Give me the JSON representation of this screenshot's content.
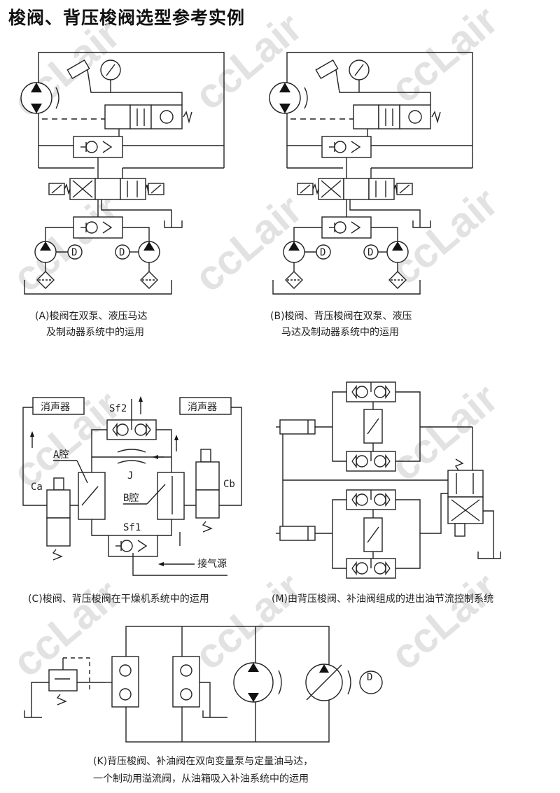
{
  "title": "梭阀、背压梭阀选型参考实例",
  "watermark": "ccLair",
  "diagram_a": {
    "caption": [
      "(A)梭阀在双泵、液压马达",
      "及制动器系统中的运用"
    ],
    "motor_label": "D"
  },
  "diagram_b": {
    "caption": [
      "(B)梭阀、背压梭阀在双泵、液压",
      "马达及制动器系统中的运用"
    ],
    "motor_label": "D"
  },
  "diagram_c": {
    "caption": "(C)梭阀、背压梭阀在干燥机系统中的运用",
    "muffler": "消声器",
    "sf2": "Sf2",
    "sf1": "Sf1",
    "a_chamber": "A腔",
    "b_chamber": "B腔",
    "j": "J",
    "ca": "Ca",
    "cb": "Cb",
    "air_source": "接气源"
  },
  "diagram_m": {
    "caption": "(M)由背压梭阀、补油阀组成的进出油节流控制系统"
  },
  "diagram_k": {
    "caption": [
      "(K)背压梭阀、补油阀在双向变量泵与定量油马达，",
      "一个制动用溢流阀，从油箱吸入补油系统中的运用"
    ],
    "motor_label": "D"
  }
}
